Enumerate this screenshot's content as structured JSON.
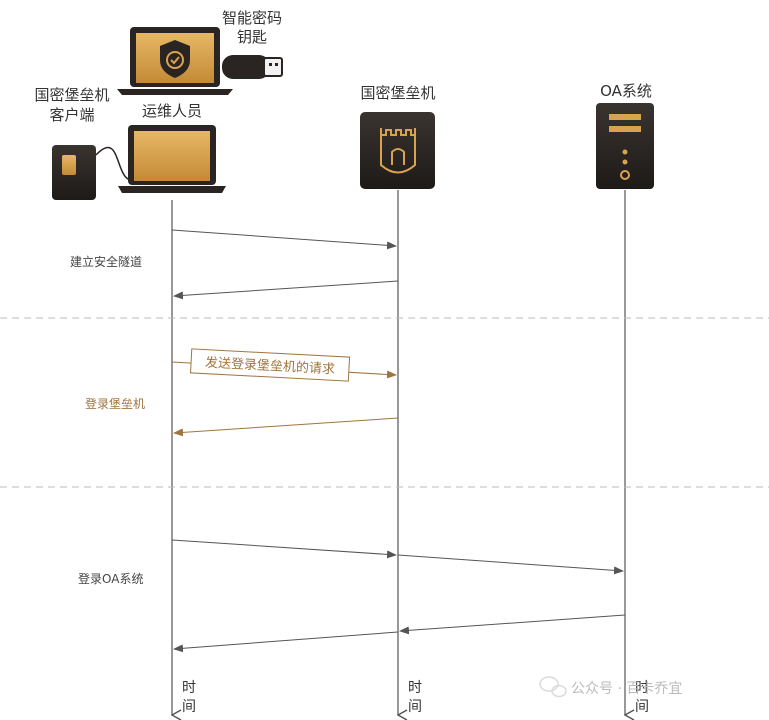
{
  "labels": {
    "smart_key_line1": "智能密码",
    "smart_key_line2": "钥匙",
    "client_line1": "国密堡垒机",
    "client_line2": "客户端",
    "operator": "运维人员",
    "bastion": "国密堡垒机",
    "oa_system": "OA系统"
  },
  "phases": [
    {
      "label": "建立安全隧道",
      "color": "#444444"
    },
    {
      "label": "登录堡垒机",
      "color": "#a0743f"
    },
    {
      "label": "登录OA系统",
      "color": "#444444"
    }
  ],
  "messages": {
    "bastion_request": "发送登录堡垒机的请求"
  },
  "time_axis": {
    "char1": "时",
    "char2": "间"
  },
  "watermark": "公众号 · 百卡乔宜",
  "colors": {
    "gold": "#d9a24e",
    "gold_dark": "#a0743f",
    "device_dark": "#2a2522",
    "line": "#555555",
    "divider": "#bbbbbb"
  },
  "icons": {
    "laptop_top": "laptop-shield-icon",
    "usb_key": "usb-key-icon",
    "client_device": "card-reader-icon",
    "laptop_operator": "laptop-icon",
    "bastion_device": "fortress-icon",
    "oa_device": "server-icon",
    "watermark": "wechat-icon"
  }
}
